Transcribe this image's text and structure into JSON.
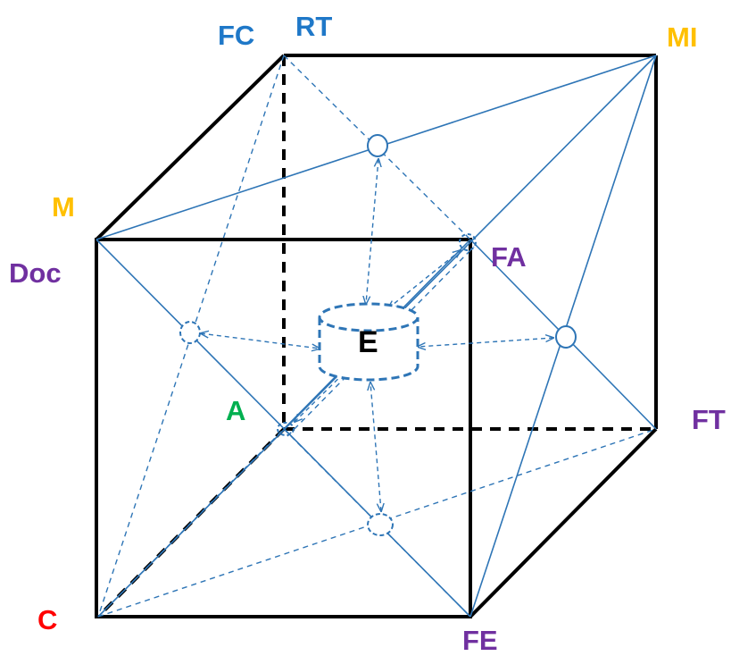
{
  "labels": {
    "fc": {
      "text": "FC",
      "color": "#1F78C8"
    },
    "rt": {
      "text": "RT",
      "color": "#1F78C8"
    },
    "mi": {
      "text": "MI",
      "color": "#FFC000"
    },
    "m": {
      "text": "M",
      "color": "#FFC000"
    },
    "doc": {
      "text": "Doc",
      "color": "#7030A0"
    },
    "fa": {
      "text": "FA",
      "color": "#7030A0"
    },
    "e": {
      "text": "E",
      "color": "#000000"
    },
    "a": {
      "text": "A",
      "color": "#00B050"
    },
    "ft": {
      "text": "FT",
      "color": "#7030A0"
    },
    "c": {
      "text": "C",
      "color": "#FF0000"
    },
    "fe": {
      "text": "FE",
      "color": "#7030A0"
    }
  },
  "colors": {
    "cube_edge": "#000000",
    "connector": "#2E75B6"
  },
  "center_shape": "cylinder-database"
}
